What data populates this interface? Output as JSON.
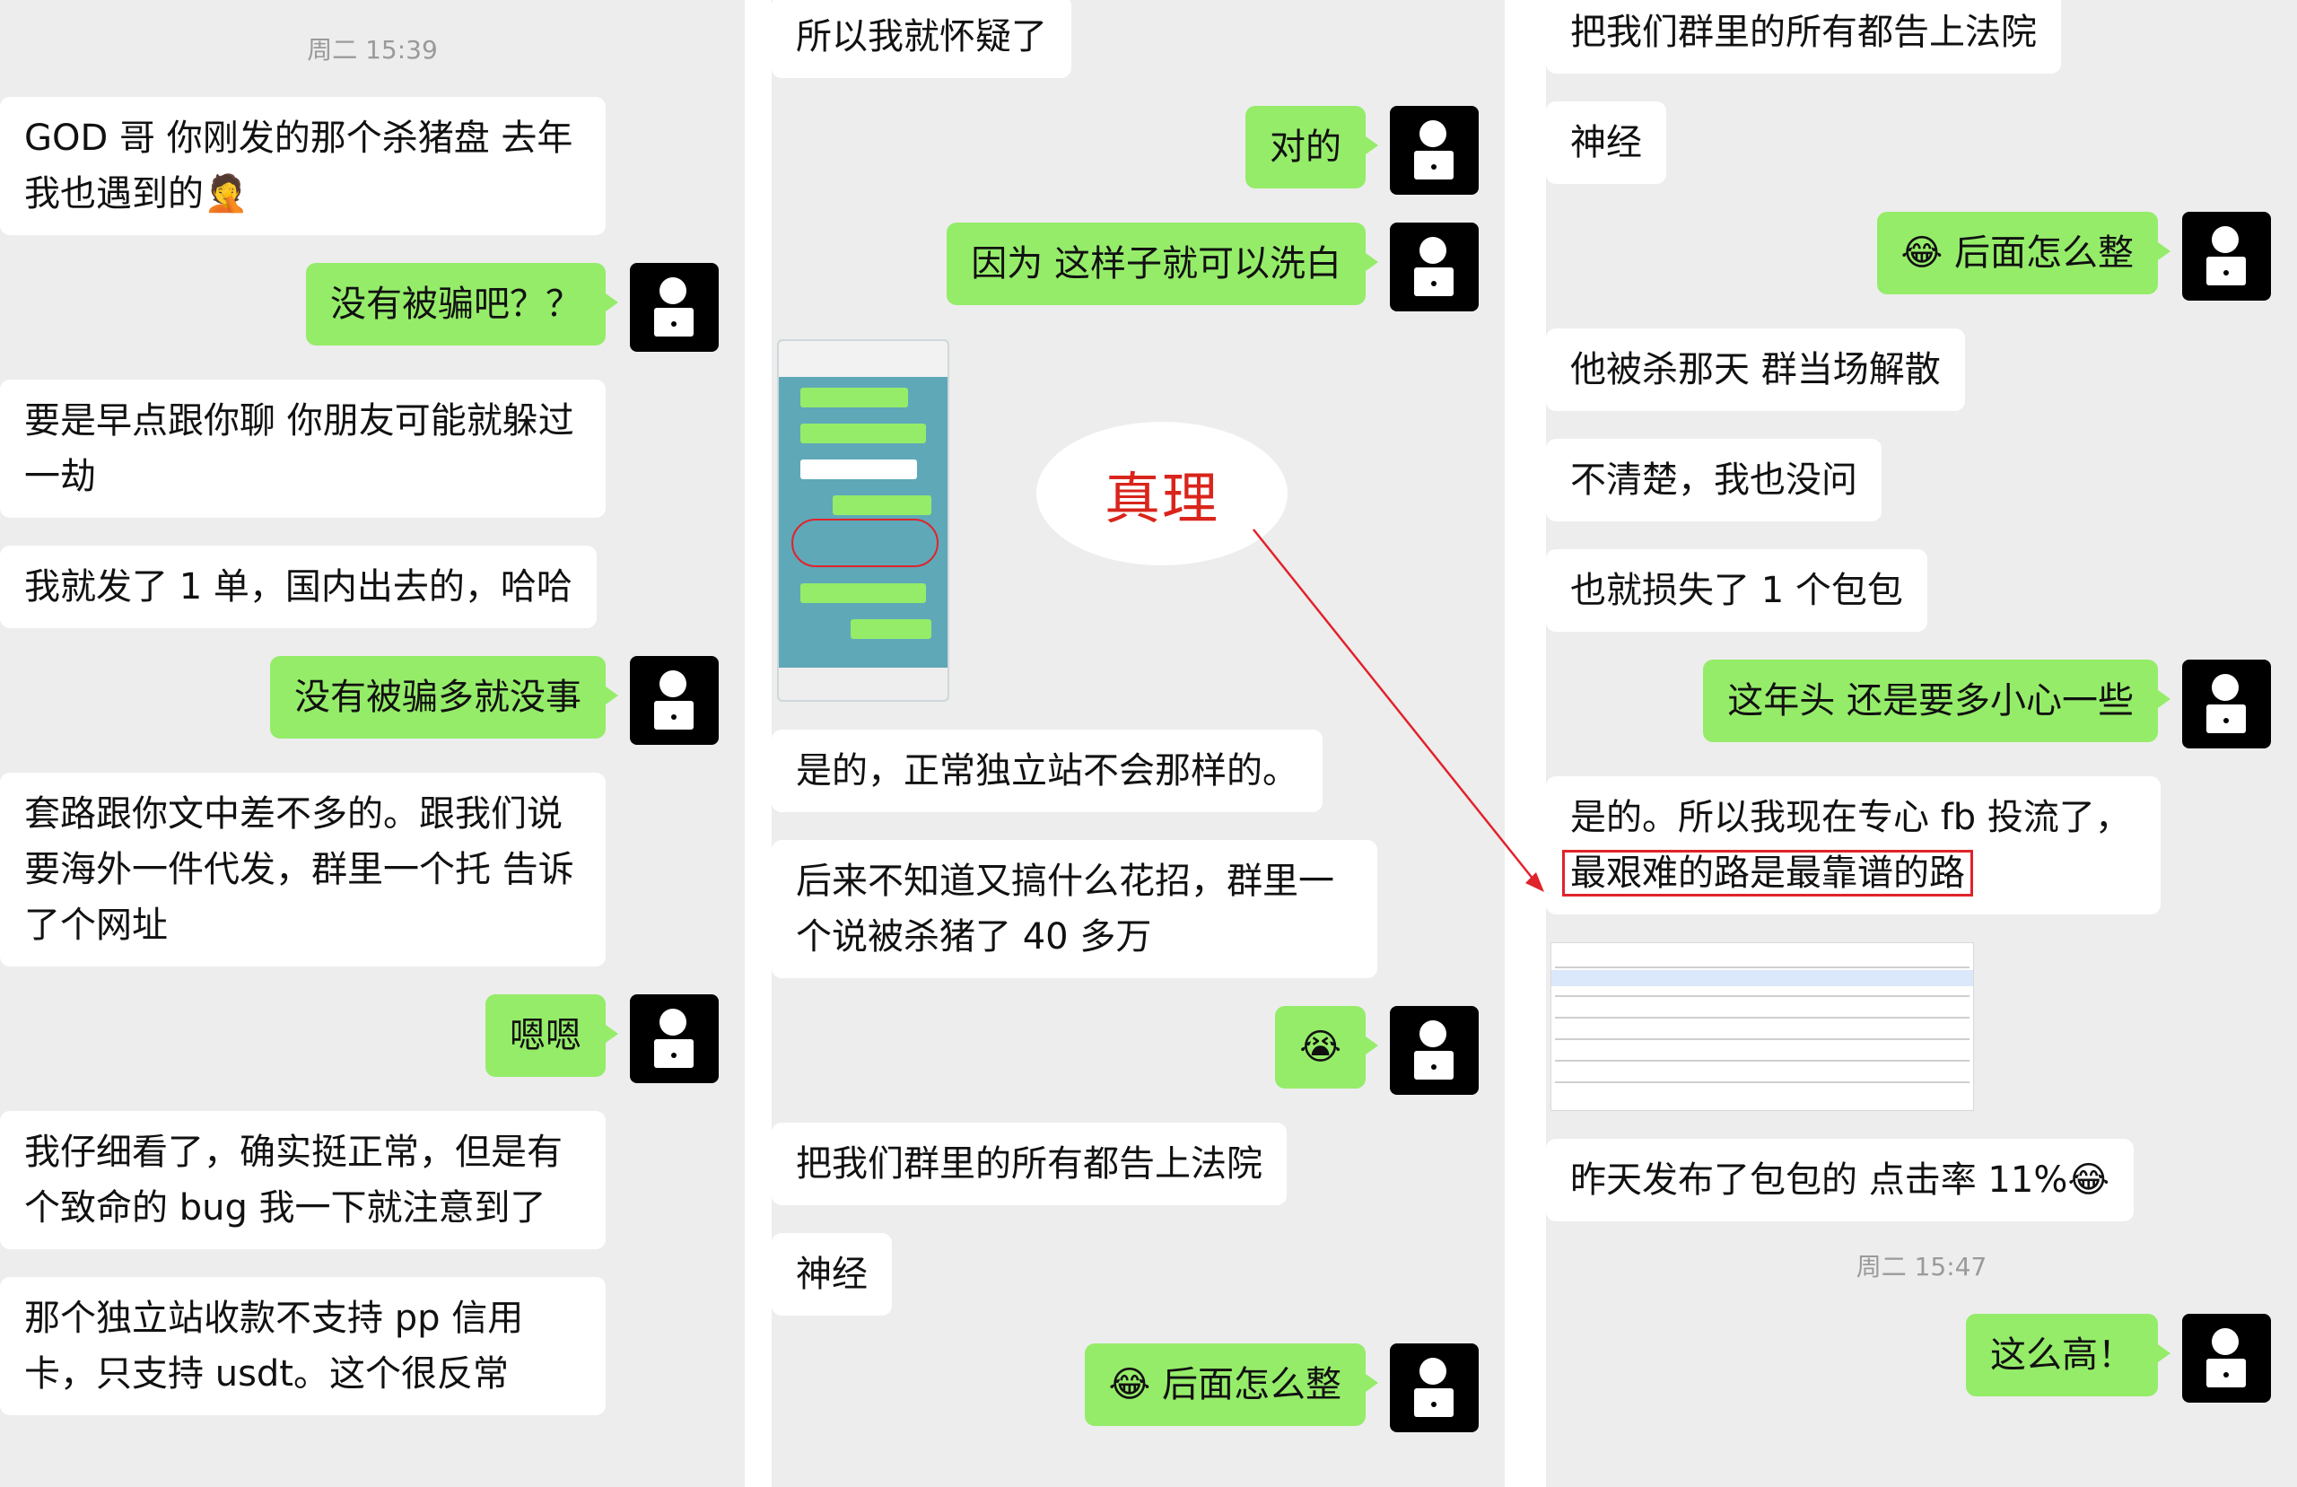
{
  "col1": {
    "timestamp": "周二 15:39",
    "messages": [
      {
        "side": "in",
        "text": "GOD 哥 你刚发的那个杀猪盘 去年我也遇到的",
        "emoji": "🤦"
      },
      {
        "side": "out",
        "text": "没有被骗吧？？"
      },
      {
        "side": "in",
        "text": "要是早点跟你聊 你朋友可能就躲过一劫"
      },
      {
        "side": "in",
        "text": "我就发了 1 单，国内出去的，哈哈"
      },
      {
        "side": "out",
        "text": "没有被骗多就没事"
      },
      {
        "side": "in",
        "text": "套路跟你文中差不多的。跟我们说要海外一件代发，群里一个托 告诉了个网址"
      },
      {
        "side": "out",
        "text": "嗯嗯"
      },
      {
        "side": "in",
        "text": "我仔细看了，确实挺正常，但是有个致命的 bug 我一下就注意到了"
      },
      {
        "side": "in",
        "text": "那个独立站收款不支持 pp 信用卡，只支持 usdt。这个很反常"
      }
    ]
  },
  "col2": {
    "messages": [
      {
        "side": "in",
        "text": "所以我就怀疑了"
      },
      {
        "side": "out",
        "text": "对的"
      },
      {
        "side": "out",
        "text": "因为 这样子就可以洗白"
      },
      {
        "side": "in",
        "text": "是的，正常独立站不会那样的。"
      },
      {
        "side": "in",
        "text": "后来不知道又搞什么花招，群里一个说被杀猪了 40 多万"
      },
      {
        "side": "out",
        "text": "",
        "emoji": "😭"
      },
      {
        "side": "in",
        "text": "把我们群里的所有都告上法院"
      },
      {
        "side": "in",
        "text": "神经"
      },
      {
        "side": "out",
        "text": "后面怎么整",
        "emoji": "😂"
      }
    ],
    "callout": "真理"
  },
  "col3": {
    "messages": [
      {
        "side": "in",
        "text": "把我们群里的所有都告上法院"
      },
      {
        "side": "in",
        "text": "神经"
      },
      {
        "side": "out",
        "text": "后面怎么整",
        "emoji": "😂"
      },
      {
        "side": "in",
        "text": "他被杀那天 群当场解散"
      },
      {
        "side": "in",
        "text": "不清楚，我也没问"
      },
      {
        "side": "in",
        "text": "也就损失了 1 个包包"
      },
      {
        "side": "out",
        "text": "这年头 还是要多小心一些"
      },
      {
        "side": "in",
        "text": "是的。所以我现在专心 fb 投流了，",
        "highlight": "最艰难的路是最靠谱的路"
      },
      {
        "side": "in",
        "text": "昨天发布了包包的 点击率 11%",
        "emoji": "😂"
      },
      {
        "side": "out",
        "text": "这么高！"
      }
    ],
    "timestamp": "周二 15:47"
  },
  "colors": {
    "background": "#ededed",
    "outgoing_bubble": "#95ec69",
    "incoming_bubble": "#ffffff",
    "callout_text": "#d9251c",
    "arrow": "#e0232c"
  }
}
